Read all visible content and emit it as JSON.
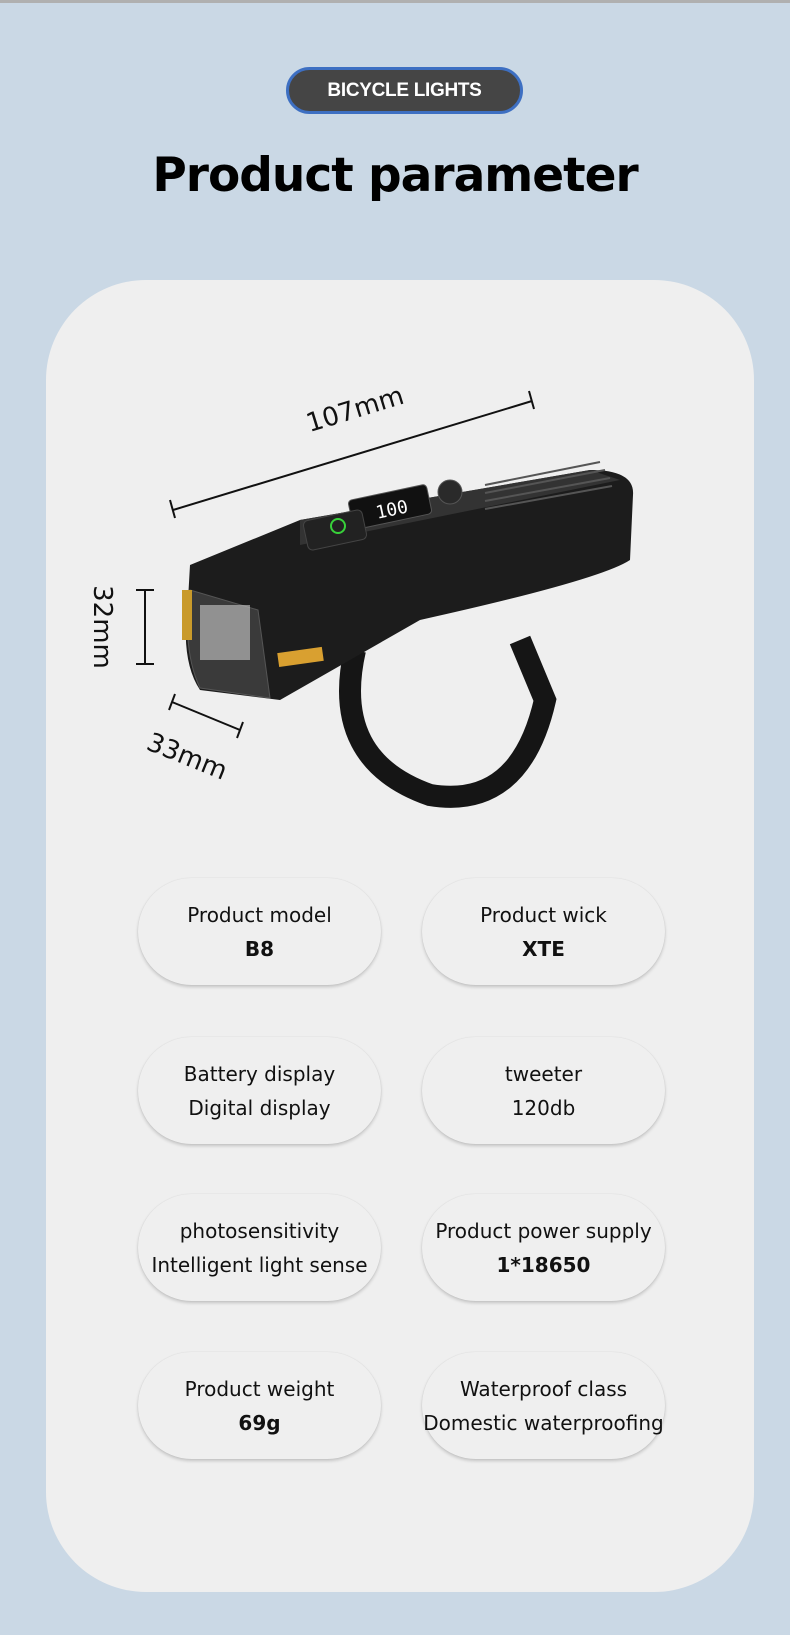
{
  "badge": "BICYCLE LIGHTS",
  "title": "Product parameter",
  "dimensions": {
    "length": "107mm",
    "height": "32mm",
    "width": "33mm"
  },
  "params": [
    {
      "label": "Product model",
      "value": "B8",
      "bold": true
    },
    {
      "label": "Product wick",
      "value": "XTE",
      "bold": true
    },
    {
      "label": "Battery display",
      "value": "Digital display",
      "bold": false
    },
    {
      "label": "tweeter",
      "value": "120db",
      "bold": false
    },
    {
      "label": "photosensitivity",
      "value": "Intelligent light sense",
      "bold": false
    },
    {
      "label": "Product power supply",
      "value": "1*18650",
      "bold": true
    },
    {
      "label": "Product weight",
      "value": "69g",
      "bold": true
    },
    {
      "label": "Waterproof class",
      "value": "Domestic waterproofing",
      "bold": false
    }
  ],
  "display_reading": "100"
}
